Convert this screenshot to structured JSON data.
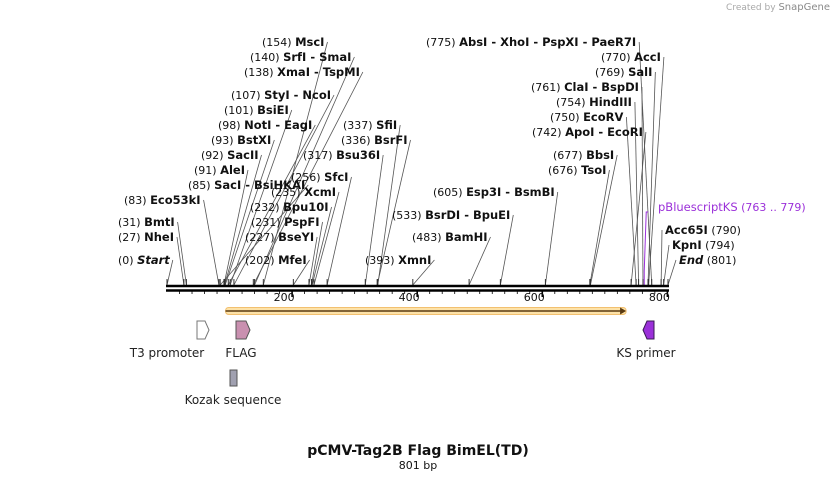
{
  "credit": {
    "prefix": "Created by",
    "brand": "SnapGene"
  },
  "map": {
    "title": "pCMV-Tag2B Flag BimEL(TD)",
    "length_label": "801 bp",
    "length": 801,
    "ticks": [
      200,
      400,
      600,
      800
    ],
    "sites": [
      {
        "pos": 0,
        "name": "Start",
        "pos_label": "(0)",
        "italic": true
      },
      {
        "pos": 27,
        "name": "NheI",
        "pos_label": "(27)"
      },
      {
        "pos": 31,
        "name": "BmtI",
        "pos_label": "(31)"
      },
      {
        "pos": 83,
        "name": "Eco53kI",
        "pos_label": "(83)"
      },
      {
        "pos": 85,
        "name": "SacI  - BsiHKAI",
        "pos_label": "(85)"
      },
      {
        "pos": 91,
        "name": "AleI",
        "pos_label": "(91)"
      },
      {
        "pos": 92,
        "name": "SacII",
        "pos_label": "(92)"
      },
      {
        "pos": 93,
        "name": "BstXI",
        "pos_label": "(93)"
      },
      {
        "pos": 98,
        "name": "NotI  - EagI",
        "pos_label": "(98)"
      },
      {
        "pos": 101,
        "name": "BsiEI",
        "pos_label": "(101)"
      },
      {
        "pos": 107,
        "name": "StyI  - NcoI",
        "pos_label": "(107)"
      },
      {
        "pos": 138,
        "name": "XmaI  - TspMI",
        "pos_label": "(138)"
      },
      {
        "pos": 140,
        "name": "SrfI  - SmaI",
        "pos_label": "(140)"
      },
      {
        "pos": 154,
        "name": "MscI",
        "pos_label": "(154)"
      },
      {
        "pos": 202,
        "name": "MfeI",
        "pos_label": "(202)"
      },
      {
        "pos": 227,
        "name": "BseYI",
        "pos_label": "(227)"
      },
      {
        "pos": 231,
        "name": "PspFI",
        "pos_label": "(231)"
      },
      {
        "pos": 232,
        "name": "Bpu10I",
        "pos_label": "(232)"
      },
      {
        "pos": 235,
        "name": "XcmI",
        "pos_label": "(235)"
      },
      {
        "pos": 256,
        "name": "SfcI",
        "pos_label": "(256)"
      },
      {
        "pos": 317,
        "name": "Bsu36I",
        "pos_label": "(317)"
      },
      {
        "pos": 336,
        "name": "BsrFI",
        "pos_label": "(336)"
      },
      {
        "pos": 337,
        "name": "SfiI",
        "pos_label": "(337)"
      },
      {
        "pos": 393,
        "name": "XmnI",
        "pos_label": "(393)"
      },
      {
        "pos": 483,
        "name": "BamHI",
        "pos_label": "(483)"
      },
      {
        "pos": 533,
        "name": "BsrDI  - BpuEI",
        "pos_label": "(533)"
      },
      {
        "pos": 605,
        "name": "Esp3I  - BsmBI",
        "pos_label": "(605)"
      },
      {
        "pos": 676,
        "name": "TsoI",
        "pos_label": "(676)"
      },
      {
        "pos": 677,
        "name": "BbsI",
        "pos_label": "(677)"
      },
      {
        "pos": 742,
        "name": "ApoI  - EcoRI",
        "pos_label": "(742)"
      },
      {
        "pos": 750,
        "name": "EcoRV",
        "pos_label": "(750)"
      },
      {
        "pos": 754,
        "name": "HindIII",
        "pos_label": "(754)"
      },
      {
        "pos": 761,
        "name": "ClaI  - BspDI",
        "pos_label": "(761)"
      },
      {
        "pos": 769,
        "name": "SalI",
        "pos_label": "(769)"
      },
      {
        "pos": 770,
        "name": "AccI",
        "pos_label": "(770)"
      },
      {
        "pos": 775,
        "name": "AbsI  - XhoI  - PspXI  - PaeR7I",
        "pos_label": "(775)"
      },
      {
        "pos": 790,
        "name": "Acc65I",
        "pos_label": "(790)"
      },
      {
        "pos": 794,
        "name": "KpnI",
        "pos_label": "(794)"
      },
      {
        "pos": 801,
        "name": "End",
        "pos_label": "(801)",
        "italic": true
      }
    ],
    "primer_binding": {
      "name": "pBluescriptKS",
      "range_label": "(763 .. 779)",
      "start": 763,
      "end": 779,
      "color": "#9b30d9"
    },
    "orf": {
      "start": 108,
      "end": 758,
      "color": "#f0a020"
    },
    "features": [
      {
        "name": "T3 promoter",
        "start": 50,
        "end": 68,
        "direction": "forward",
        "color": "#ffffff"
      },
      {
        "name": "FLAG",
        "start": 113,
        "end": 136,
        "direction": "forward",
        "color": "#c990b0"
      },
      {
        "name": "KS primer",
        "start": 763,
        "end": 779,
        "direction": "reverse",
        "color": "#9b30d9"
      },
      {
        "name": "Kozak sequence",
        "start": 103,
        "end": 113,
        "direction": "none",
        "color": "#a0a0b0"
      }
    ]
  }
}
